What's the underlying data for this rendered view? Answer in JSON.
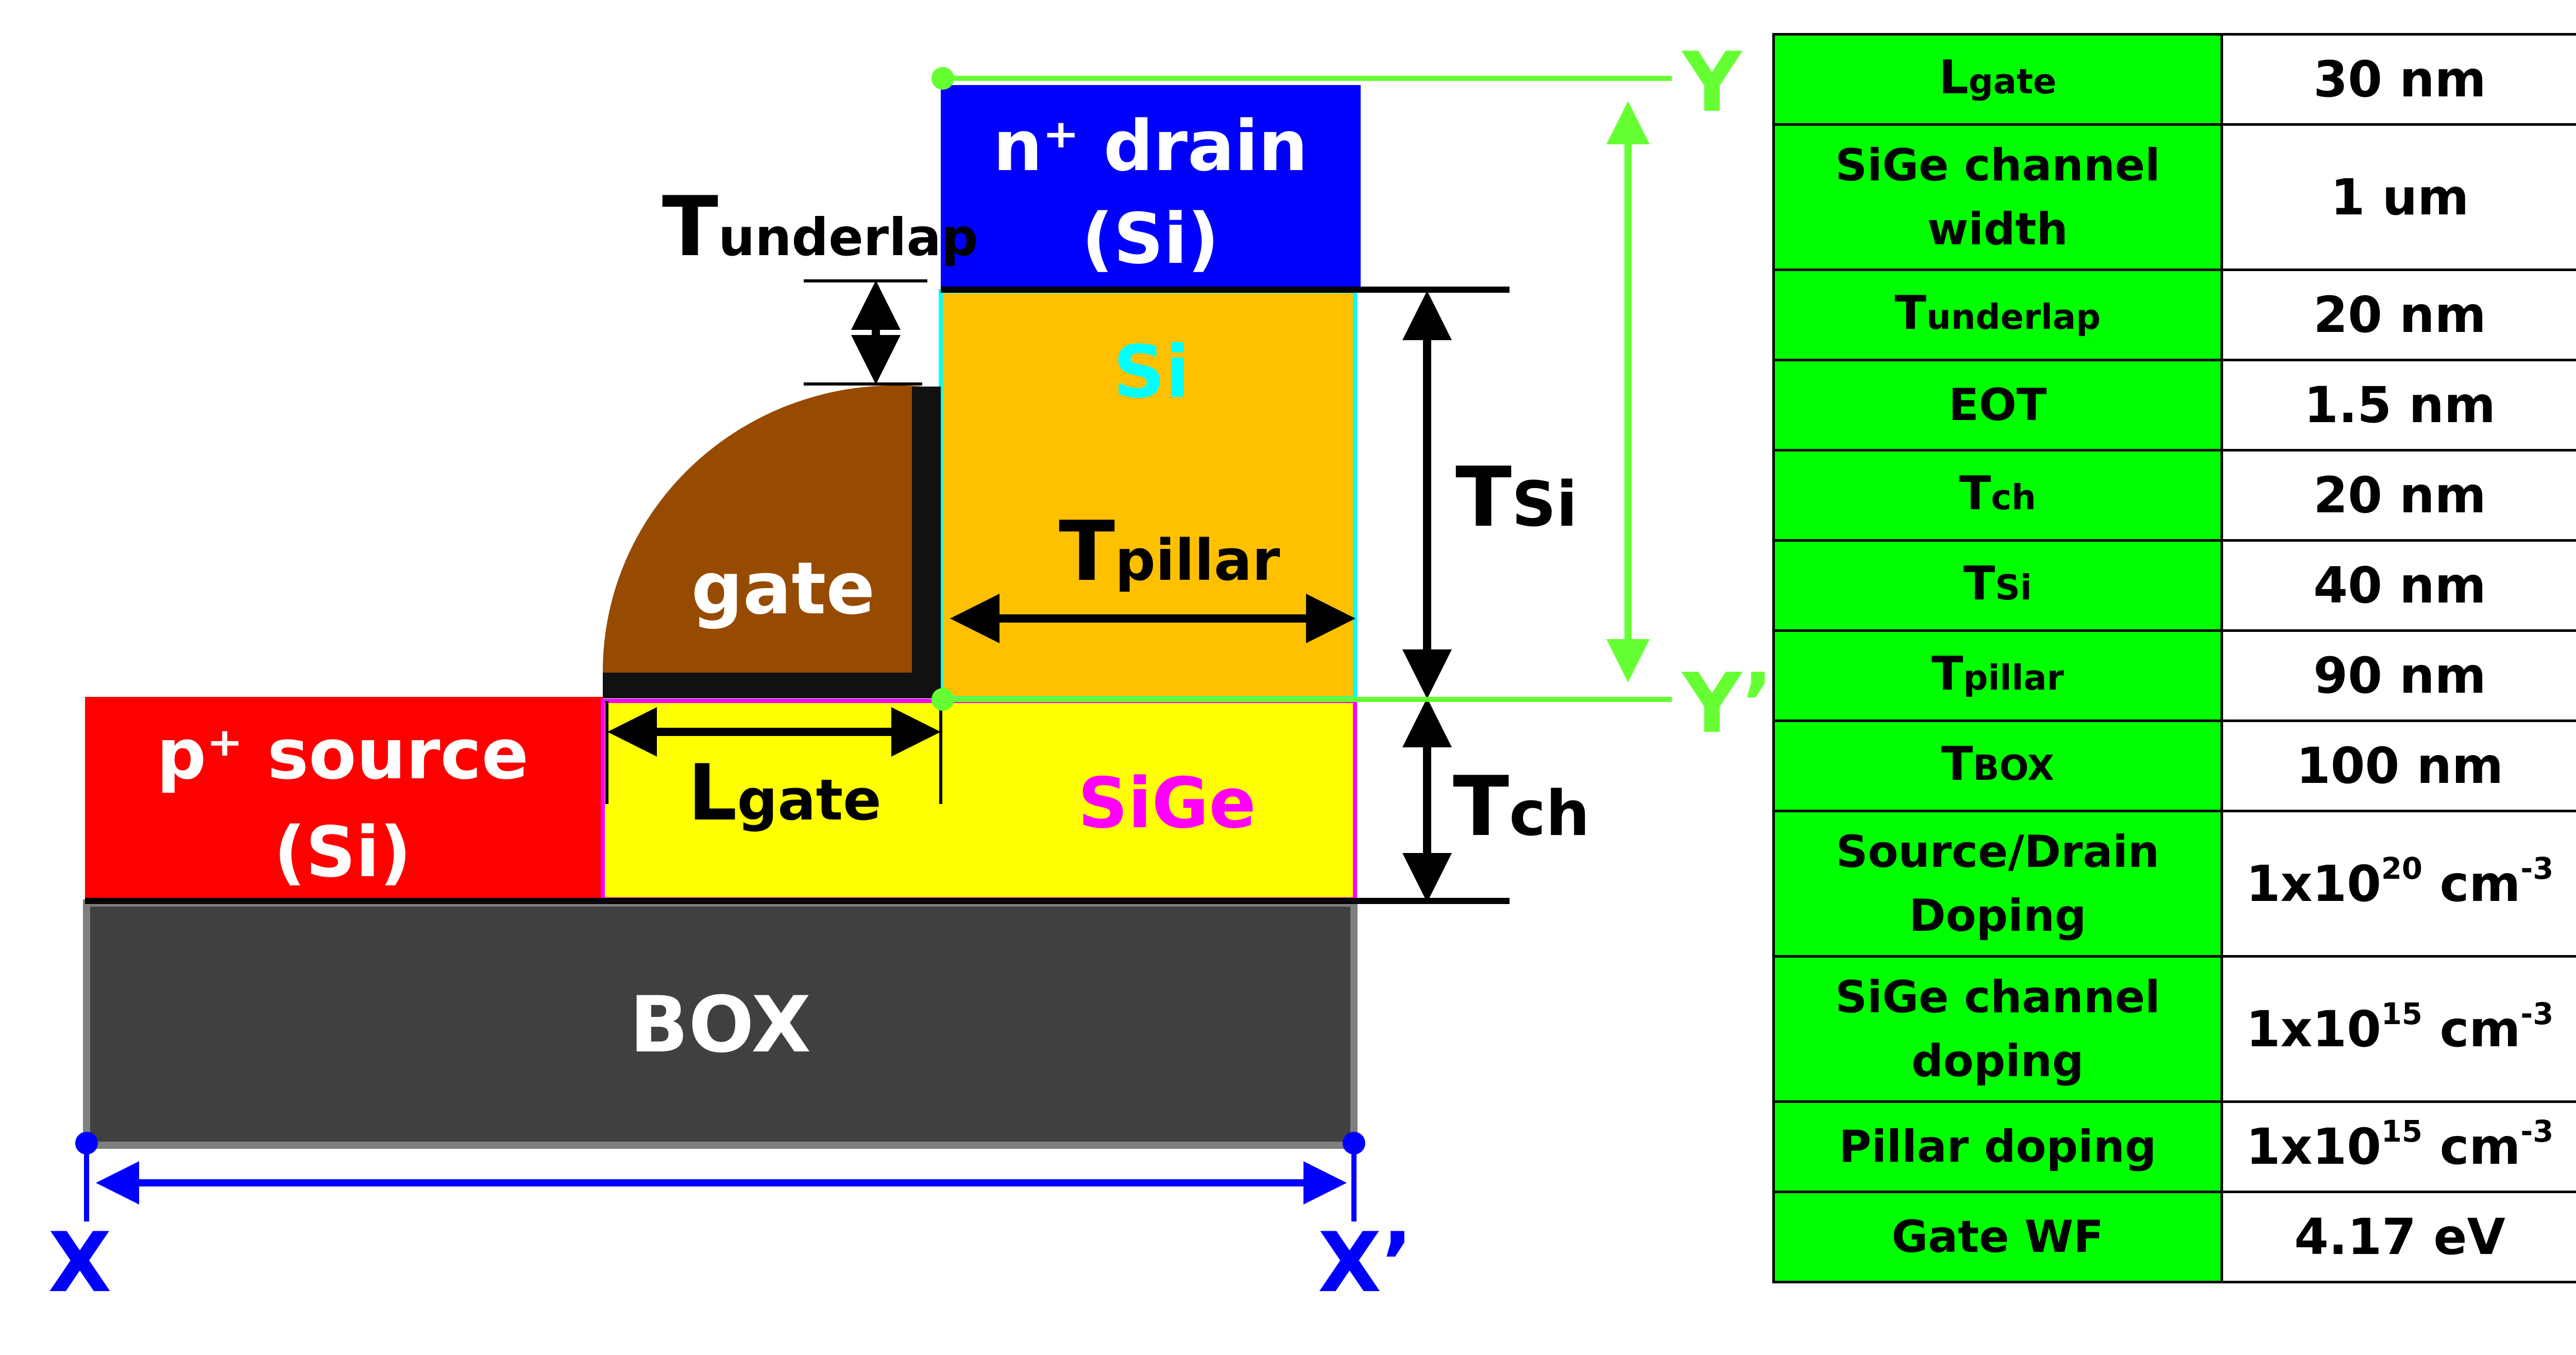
{
  "diagram": {
    "labels": {
      "drain_line1": "n⁺ drain",
      "drain_line2": "(Si)",
      "si_pillar": "Si",
      "gate": "gate",
      "source_line1": "p⁺ source",
      "source_line2": "(Si)",
      "sige": "SiGe",
      "box": "BOX",
      "x_start": "X",
      "x_end": "X’",
      "y_start": "Y",
      "y_end": "Y’"
    },
    "dimensions": {
      "t_underlap": {
        "main": "T",
        "sub": "underlap"
      },
      "t_pillar": {
        "main": "T",
        "sub": "pillar"
      },
      "t_si": {
        "main": "T",
        "sub": "Si"
      },
      "t_ch": {
        "main": "T",
        "sub": "ch"
      },
      "l_gate": {
        "main": "L",
        "sub": "gate"
      }
    },
    "colors": {
      "drain": "#0000ff",
      "si_pillar": "#ffc000",
      "si_text": "#00ffff",
      "gate": "#8b4513",
      "gate_oxide": "#111111",
      "source": "#ff0000",
      "sige": "#ffff00",
      "sige_text": "#ff00ff",
      "box": "#404040",
      "box_border": "#7f7f7f",
      "x_cut": "#0000ff",
      "y_cut": "#66ff33"
    }
  },
  "table": {
    "rows": [
      {
        "param_main": "L",
        "param_sub": "gate",
        "value": "30 nm"
      },
      {
        "param": "SiGe channel width",
        "value": "1 um"
      },
      {
        "param_main": "T",
        "param_sub": "underlap",
        "value": "20 nm"
      },
      {
        "param": "EOT",
        "value": "1.5 nm"
      },
      {
        "param_main": "T",
        "param_sub": "ch",
        "value": "20 nm"
      },
      {
        "param_main": "T",
        "param_sub": "Si",
        "value": "40 nm"
      },
      {
        "param_main": "T",
        "param_sub": "pillar",
        "value": "90 nm"
      },
      {
        "param_main": "T",
        "param_sub": "BOX",
        "value": "100 nm"
      },
      {
        "param": "Source/Drain Doping",
        "value_base": "1x10",
        "value_exp": "20",
        "value_unit": "cm",
        "value_unit_exp": "-3"
      },
      {
        "param": "SiGe channel doping",
        "value_base": "1x10",
        "value_exp": "15",
        "value_unit": "cm",
        "value_unit_exp": "-3"
      },
      {
        "param": "Pillar doping",
        "value_base": "1x10",
        "value_exp": "15",
        "value_unit": "cm",
        "value_unit_exp": "-3"
      },
      {
        "param": "Gate WF",
        "value": "4.17 eV"
      }
    ]
  }
}
